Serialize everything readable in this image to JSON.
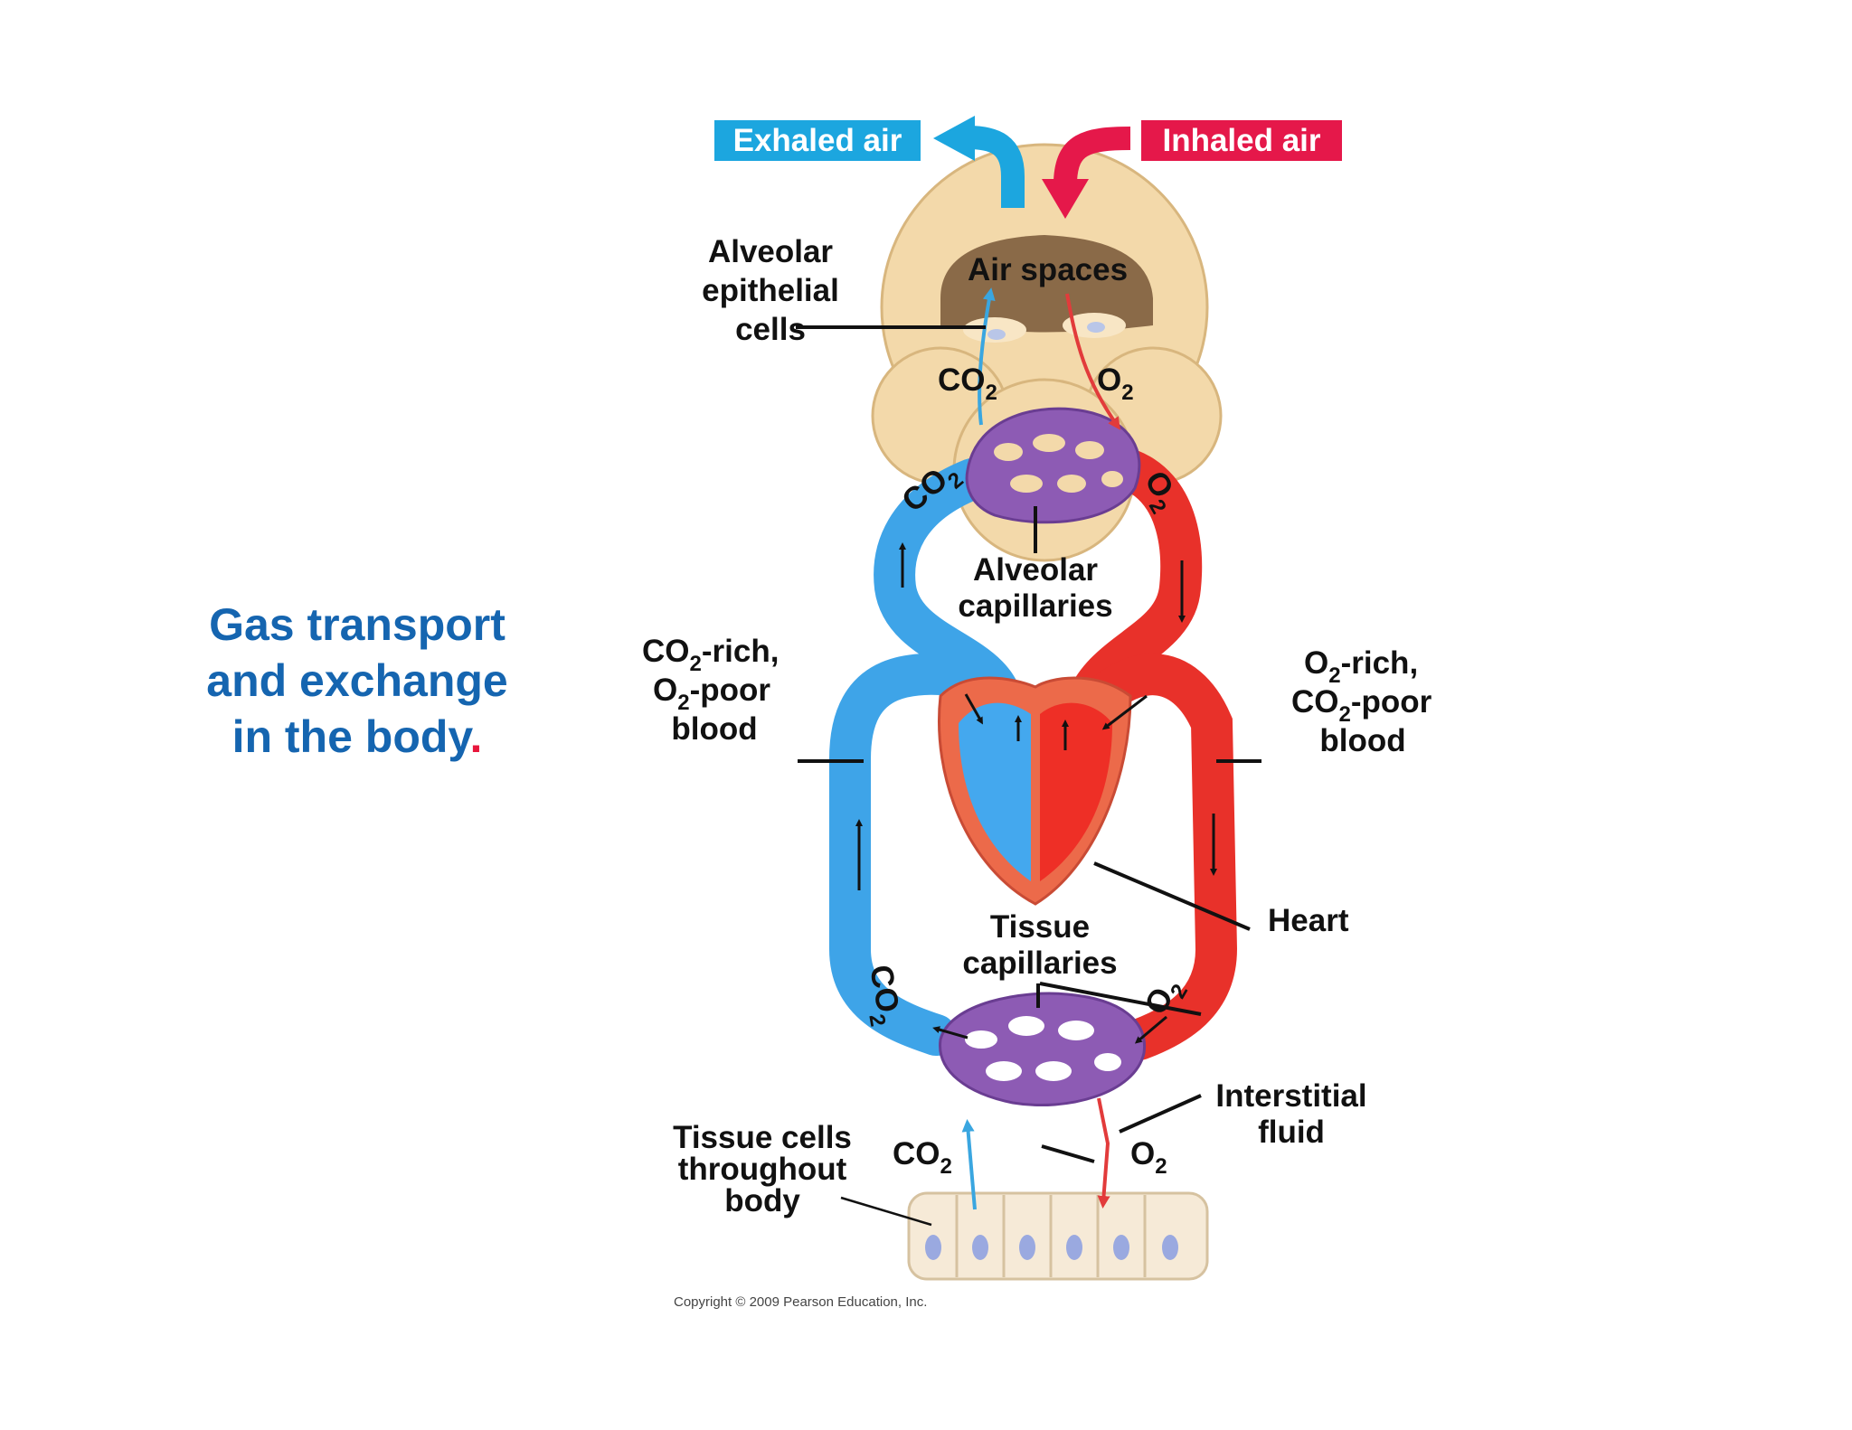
{
  "title": {
    "line1": "Gas transport",
    "line2": "and exchange",
    "line3": "in the body",
    "period": "."
  },
  "tags": {
    "exhaled": "Exhaled air",
    "inhaled": "Inhaled air"
  },
  "labels": {
    "air_spaces": "Air spaces",
    "alveolar_epithelial": [
      "Alveolar",
      "epithelial",
      "cells"
    ],
    "alveolar_capillaries": [
      "Alveolar",
      "capillaries"
    ],
    "co2_rich_blood": [
      "-rich,",
      "-poor",
      "blood"
    ],
    "o2_rich_blood": [
      "-rich,",
      "-poor",
      "blood"
    ],
    "heart": "Heart",
    "tissue_capillaries": [
      "Tissue",
      "capillaries"
    ],
    "interstitial_fluid": [
      "Interstitial",
      "fluid"
    ],
    "tissue_cells": [
      "Tissue cells",
      "throughout",
      "body"
    ]
  },
  "gases": {
    "co2": "CO",
    "o2": "O",
    "subscript": "2"
  },
  "copyright": "Copyright © 2009 Pearson Education, Inc.",
  "colors": {
    "title_blue": "#1565b0",
    "exhaled_tag": "#1ca6df",
    "inhaled_tag": "#e5184a",
    "oxygen_poor_blood": "#3ea4e8",
    "oxygen_rich_blood": "#e8312a",
    "capillary": "#8d5bb4",
    "alveolus": "#f3d9aa",
    "heart_wall": "#ec6a4a"
  }
}
